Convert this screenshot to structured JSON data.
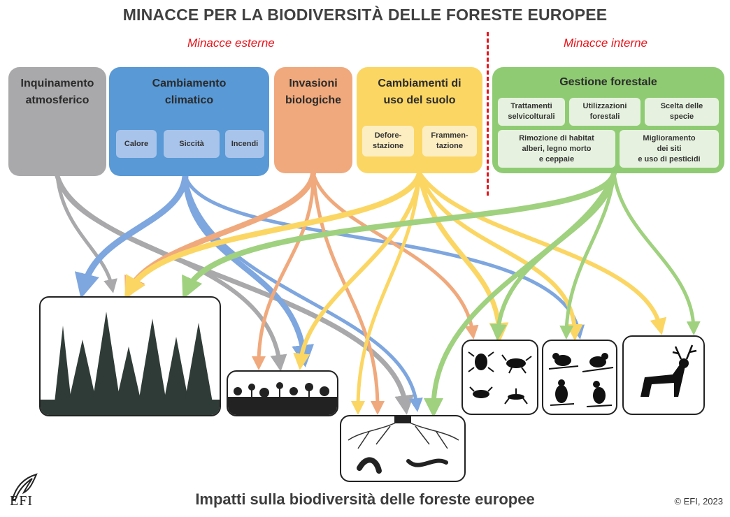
{
  "title": "MINACCE PER LA BIODIVERSITÀ DELLE FORESTE EUROPEE",
  "sections": {
    "external": "Minacce esterne",
    "internal": "Minacce interne"
  },
  "threats": {
    "pollution": {
      "title_line1": "Inquinamento",
      "title_line2": "atmosferico",
      "color": "#a9a9ab"
    },
    "climate": {
      "title_line1": "Cambiamento",
      "title_line2": "climatico",
      "color": "#5899d6",
      "items": [
        "Calore",
        "Siccità",
        "Incendi"
      ]
    },
    "invasions": {
      "title_line1": "Invasioni",
      "title_line2": "biologiche",
      "color": "#f0a97c"
    },
    "land_use": {
      "title_line1": "Cambiamenti di",
      "title_line2": "uso del suolo",
      "color": "#fbd663",
      "items": [
        {
          "line1": "Defore-",
          "line2": "stazione"
        },
        {
          "line1": "Frammen-",
          "line2": "tazione"
        }
      ]
    },
    "forest_management": {
      "title": "Gestione forestale",
      "color": "#8fcb73",
      "items": [
        {
          "line1": "Trattamenti",
          "line2": "selvicolturali"
        },
        {
          "line1": "Utilizzazioni",
          "line2": "forestali"
        },
        {
          "line1": "Scelta delle",
          "line2": "specie"
        },
        {
          "line1": "Rimozione di habitat",
          "line2": "alberi, legno morto",
          "line3": "e ceppaie"
        },
        {
          "line1": "Miglioramento",
          "line2": "dei siti",
          "line3": "e uso di pesticidi"
        }
      ]
    }
  },
  "impacts": [
    "trees-icon",
    "ground-plants-icon",
    "soil-fauna-icon",
    "insects-icon",
    "birds-icon",
    "deer-icon"
  ],
  "footer": "Impatti sulla biodiversità delle foreste europee",
  "copyright": "© EFI, 2023",
  "logo_text": "EFI"
}
